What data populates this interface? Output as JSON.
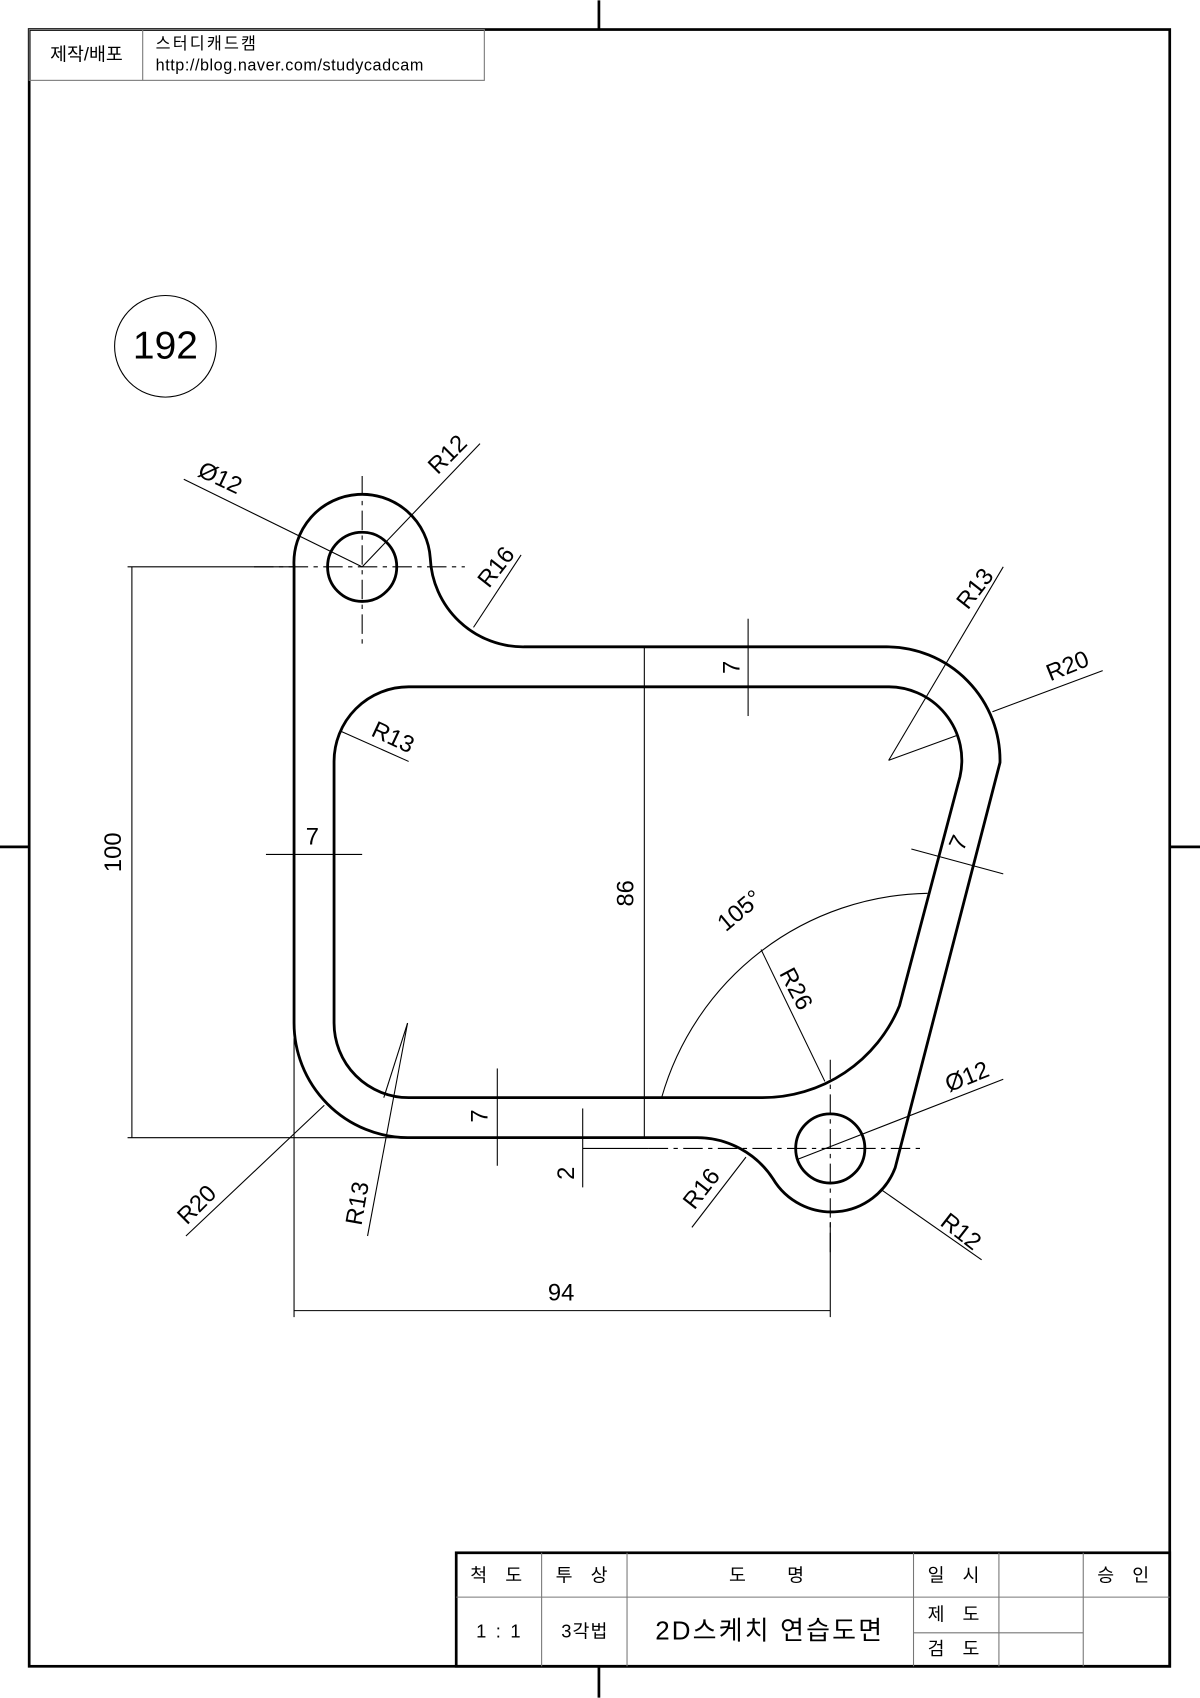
{
  "header_box": {
    "label": "제작/배포",
    "author": "스터디캐드캠",
    "url": "http://blog.naver.com/studycadcam"
  },
  "drawing_number": "192",
  "dimensions": {
    "dia_top": "Ø12",
    "r12_top": "R12",
    "r16_top": "R16",
    "r13_top_right": "R13",
    "r20_right": "R20",
    "r13_inner": "R13",
    "thk_left": "7",
    "thk_top": "7",
    "height_100": "100",
    "height_86": "86",
    "thk_right": "7",
    "angle": "105°",
    "r26": "R26",
    "dia_bottom": "Ø12",
    "thk_bottom": "7",
    "offset_2": "2",
    "r16_bottom": "R16",
    "r12_bottom": "R12",
    "r20_bottom": "R20",
    "r13_bottom": "R13",
    "width_94": "94"
  },
  "title_block": {
    "scale_label": "척 도",
    "projection_label": "투 상",
    "name_label": "도   명",
    "date_label": "일 시",
    "approval_label": "승 인",
    "scale_value": "1 : 1",
    "projection_value": "3각법",
    "drawing_name": "2D스케치 연습도면",
    "drafted_label": "제 도",
    "checked_label": "검 도"
  }
}
